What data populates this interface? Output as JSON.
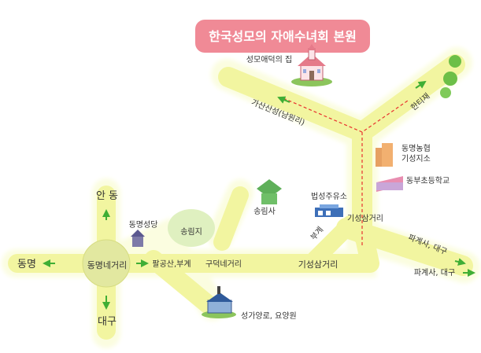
{
  "title": "한국성모의 자애수녀회 본원",
  "places": {
    "convent": "성모애덕의 집",
    "dongmyeong_church": "동명성당",
    "songrimji": "송림지",
    "songrimsa": "송림사",
    "beopseong_gas": "법성주유소",
    "nonghyup": "동명농협\n기성지소",
    "school": "동부초등학교",
    "seongga": "성가양로, 요양원"
  },
  "roads": {
    "gasan": "가산산성(남원리)",
    "hantije": "한티재",
    "andong": "안 동",
    "daegu": "대구",
    "dongmyeong": "동명",
    "dongmyeong_junction": "동명네거리",
    "palgongsan": "팔공산,부계",
    "gudeok": "구덕네거리",
    "giseong_main": "기성삼거리",
    "giseong_upper": "기성삼거리",
    "bugye": "부계",
    "pagyesa_upper": "파계사, 대구",
    "pagyesa_lower": "파계사, 대구"
  },
  "colors": {
    "road": "#f2f5a0",
    "road_glow": "#fbfde0",
    "arrow": "#3fae35",
    "dashed": "#e8312e",
    "title_bg": "#f08a96",
    "lake": "#dff0c0",
    "junction": "#e2e8a0"
  },
  "icons": [
    "church-icon",
    "chapel-icon",
    "temple-icon",
    "gas-station-icon",
    "bank-icon",
    "school-icon",
    "tree-icon",
    "chapel-small-icon"
  ]
}
